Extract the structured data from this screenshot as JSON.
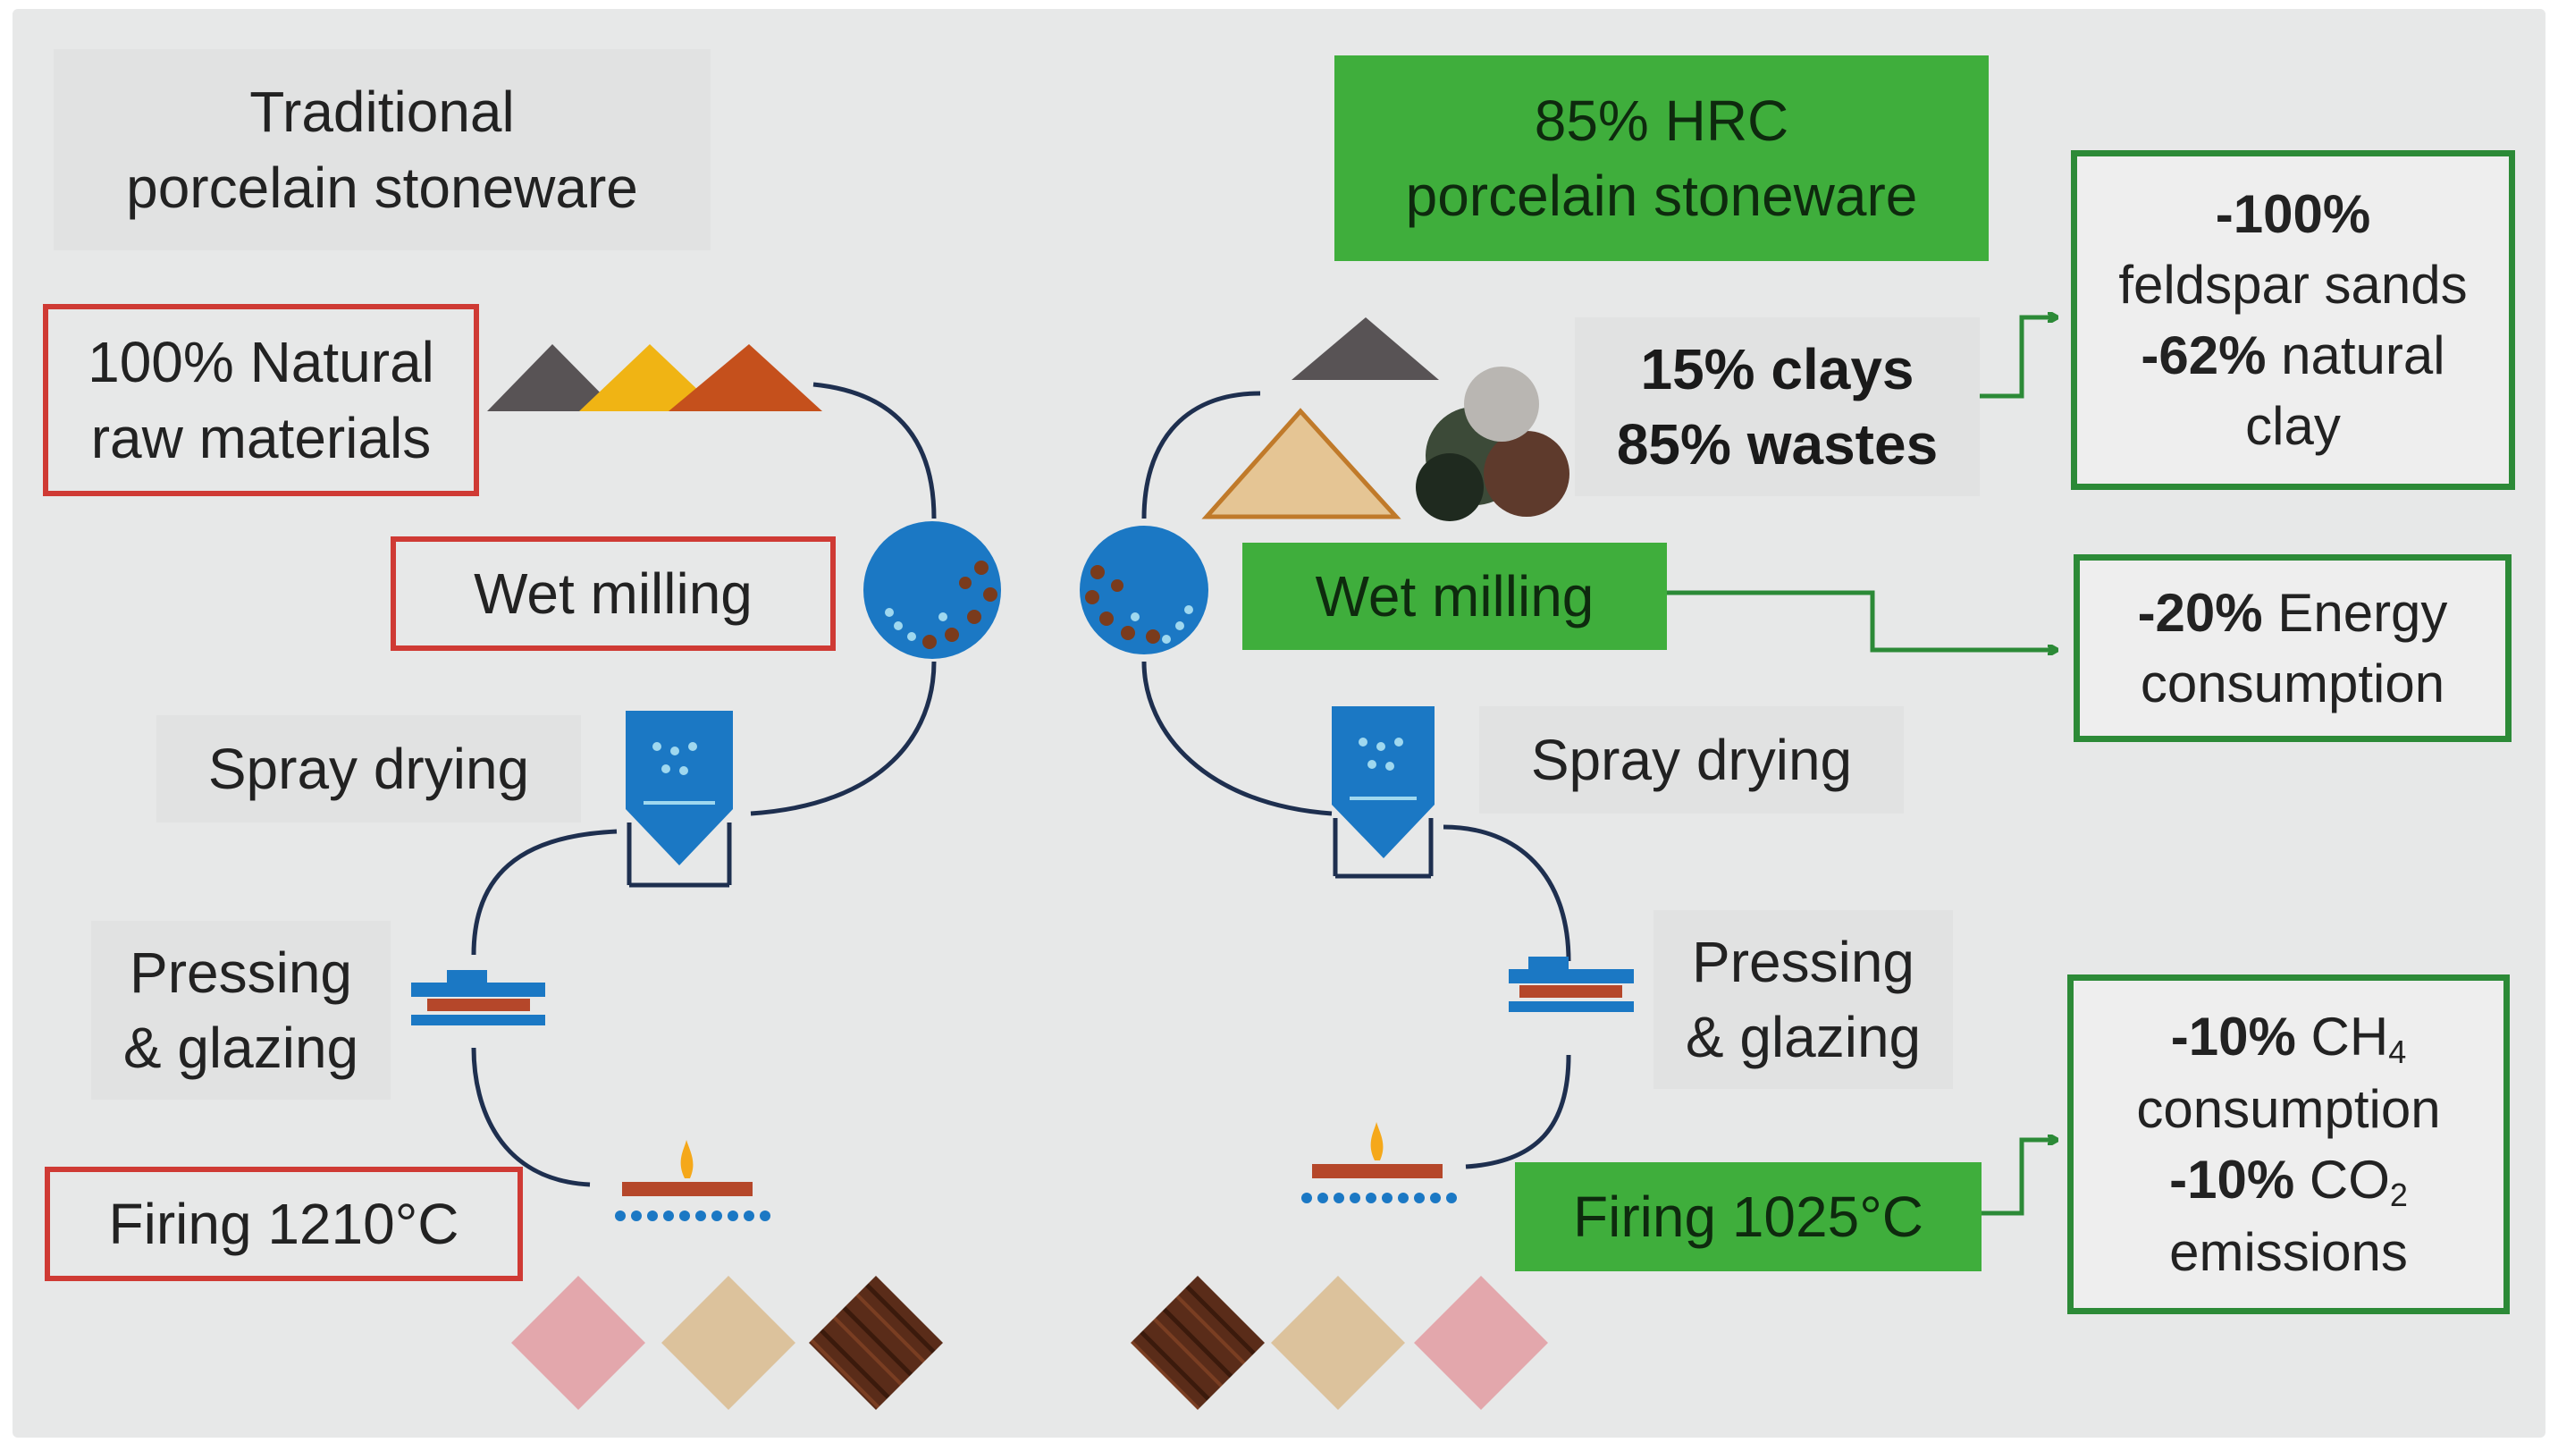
{
  "left": {
    "title": [
      "Traditional",
      "porcelain stoneware"
    ],
    "raw": [
      "100% Natural",
      "raw materials"
    ],
    "milling": "Wet milling",
    "drying": "Spray drying",
    "pressing": [
      "Pressing",
      "& glazing"
    ],
    "firing": "Firing 1210°C"
  },
  "right": {
    "title": [
      "85% HRC",
      "porcelain stoneware"
    ],
    "raw": [
      "15% clays",
      "85% wastes"
    ],
    "milling": "Wet milling",
    "drying": "Spray drying",
    "pressing": [
      "Pressing",
      "& glazing"
    ],
    "firing": "Firing 1025°C"
  },
  "outcomes": {
    "raw": {
      "l1_bold": "-100%",
      "l2": "feldspar sands",
      "l3_bold": "-62%",
      "l3_rest": " natural",
      "l4": "clay"
    },
    "energy": {
      "l1_bold": "-20%",
      "l1_rest": " Energy",
      "l2": "consumption"
    },
    "gas": {
      "l1_bold": "-10%",
      "l1_rest": " CH",
      "l1_sub": "4",
      "l2": "consumption",
      "l3_bold": "-10%",
      "l3_rest": " CO",
      "l3_sub": "2",
      "l4": "emissions"
    }
  },
  "colors": {
    "red_box": "#cf3a34",
    "green_fill": "#3fae3c",
    "green_border": "#2c8a37",
    "mill_blue": "#1b78c4",
    "connector": "#1e2f4f",
    "tile_pink": "#e3a7ac",
    "tile_beige": "#dcc29c",
    "tile_brown": "#5a2c19"
  }
}
